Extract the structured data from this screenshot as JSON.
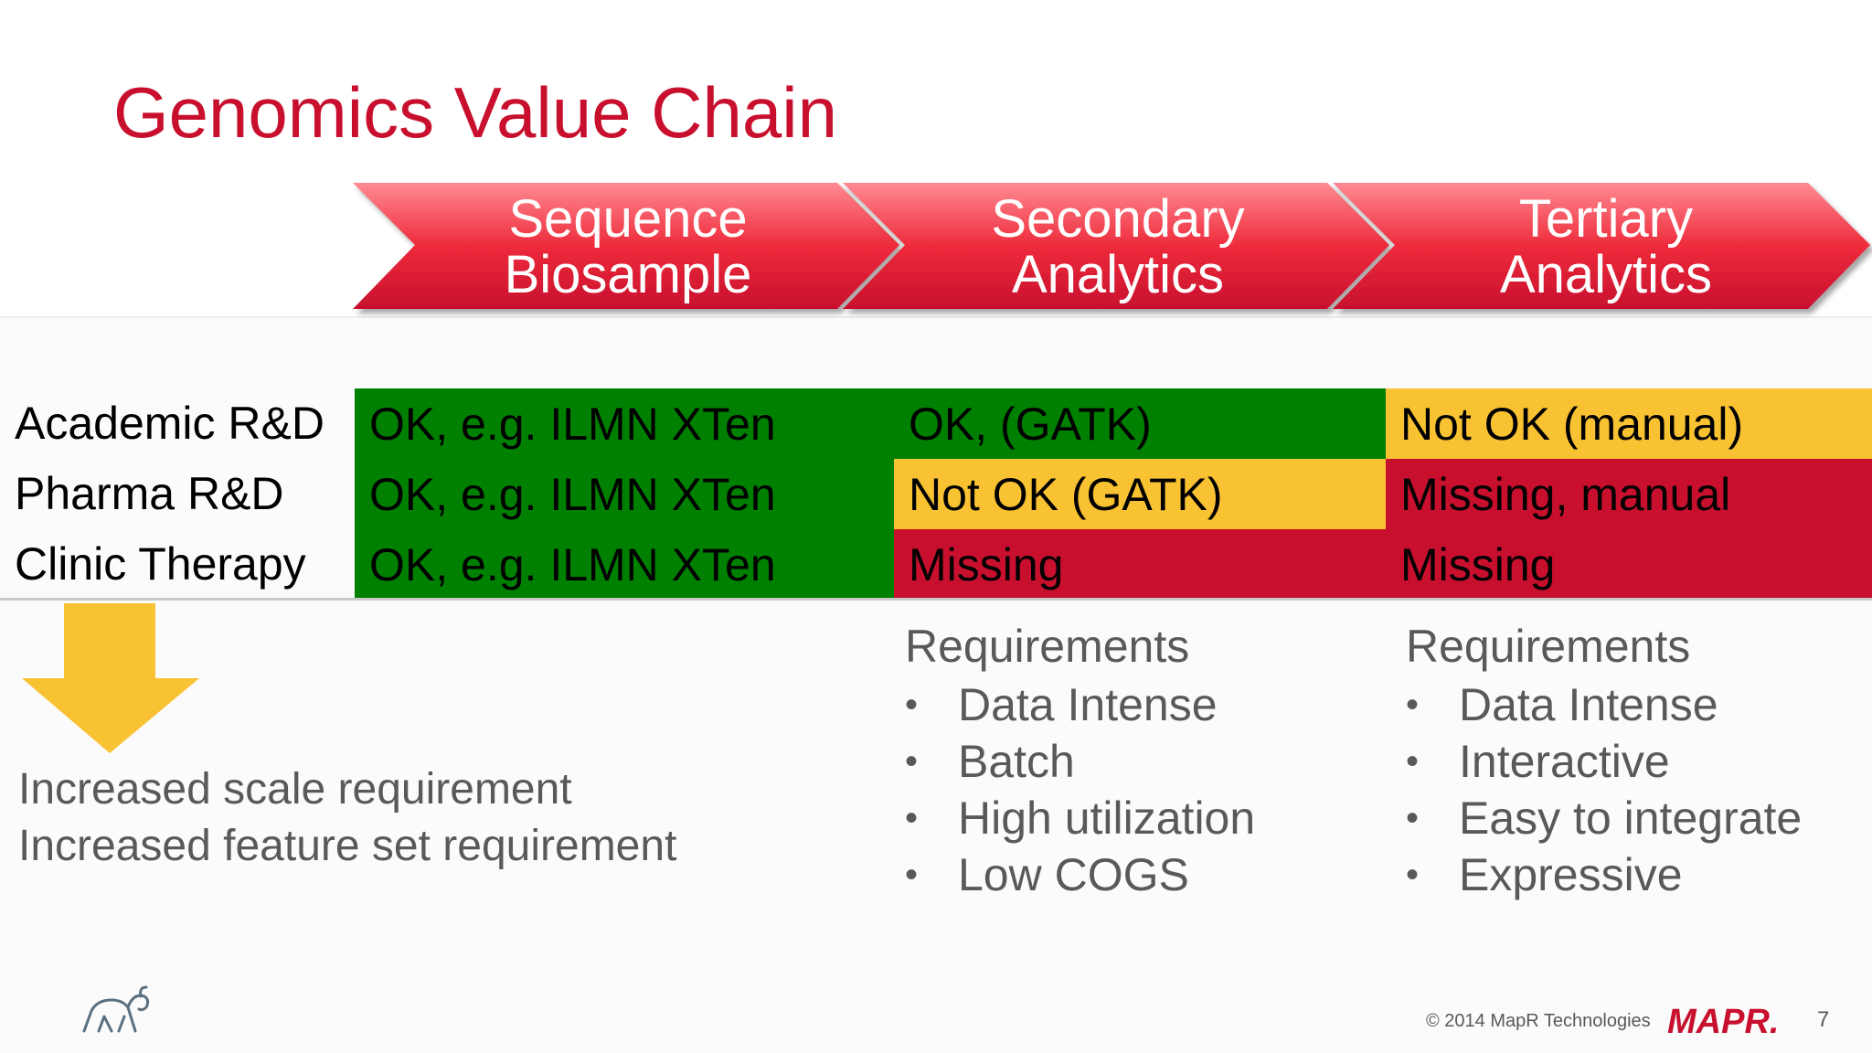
{
  "title": "Genomics Value Chain",
  "stages": [
    {
      "line1": "Sequence",
      "line2": "Biosample"
    },
    {
      "line1": "Secondary",
      "line2": "Analytics"
    },
    {
      "line1": "Tertiary",
      "line2": "Analytics"
    }
  ],
  "rows": [
    {
      "label": "Academic R&D",
      "cells": [
        "OK, e.g. ILMN XTen",
        "OK, (GATK)",
        "Not OK (manual)"
      ]
    },
    {
      "label": "Pharma R&D",
      "cells": [
        "OK, e.g. ILMN XTen",
        "Not OK (GATK)",
        "Missing, manual"
      ]
    },
    {
      "label": "Clinic Therapy",
      "cells": [
        "OK, e.g. ILMN XTen",
        "Missing",
        "Missing"
      ]
    }
  ],
  "status_colors": {
    "ok": "#008000",
    "warning": "#f9c232",
    "missing": "#c8102e"
  },
  "notes": [
    "Increased scale requirement",
    "Increased feature set requirement"
  ],
  "requirements": [
    {
      "title": "Requirements",
      "items": [
        "Data Intense",
        "Batch",
        "High utilization",
        "Low COGS"
      ]
    },
    {
      "title": "Requirements",
      "items": [
        "Data Intense",
        "Interactive",
        "Easy to integrate",
        "Expressive"
      ]
    }
  ],
  "bullet_char": "•",
  "footer": {
    "copyright": "© 2014 MapR Technologies",
    "logo_text": "MAPR.",
    "page_number": "7"
  },
  "icons": {
    "arrow": "down-arrow-icon",
    "logo": "elephant-logo-icon"
  }
}
